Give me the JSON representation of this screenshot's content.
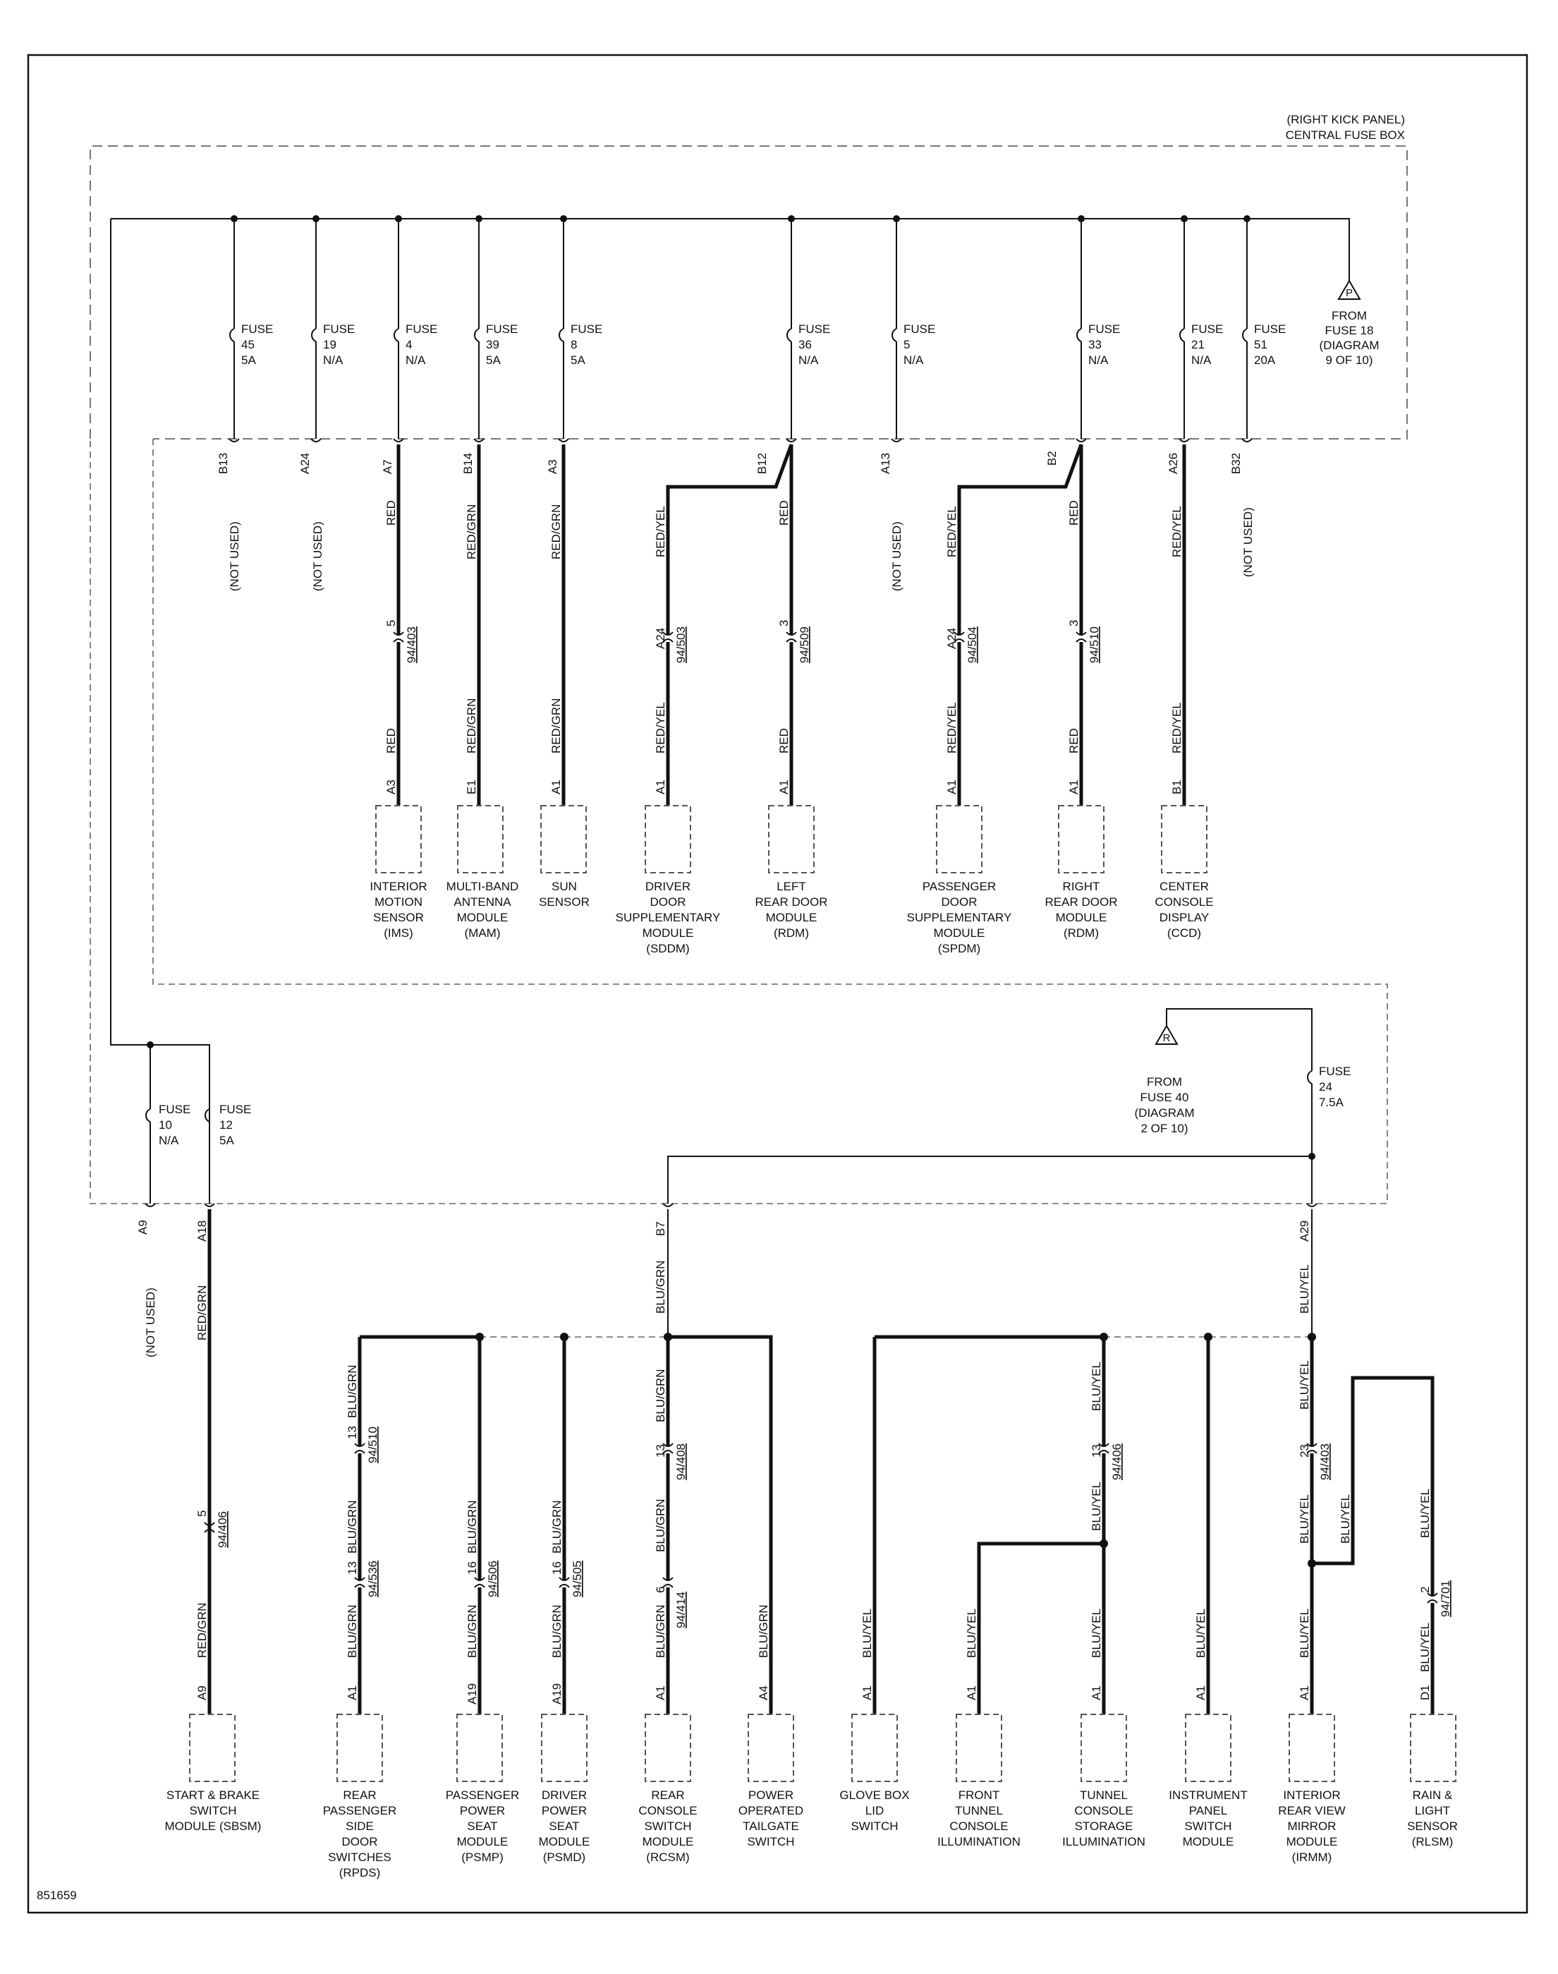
{
  "header": {
    "location_line1": "(RIGHT KICK PANEL)",
    "location_line2": "CENTRAL FUSE BOX"
  },
  "diagram_id": "851659",
  "upper_fuses": [
    {
      "label": "FUSE",
      "number": "45",
      "rating": "5A",
      "pin": "B13",
      "wire_color": "",
      "used": false
    },
    {
      "label": "FUSE",
      "number": "19",
      "rating": "N/A",
      "pin": "A24",
      "wire_color": "",
      "used": false
    },
    {
      "label": "FUSE",
      "number": "4",
      "rating": "N/A",
      "pin": "A7",
      "wire_color": "RED"
    },
    {
      "label": "FUSE",
      "number": "39",
      "rating": "5A",
      "pin": "B14",
      "wire_color": "RED/GRN"
    },
    {
      "label": "FUSE",
      "number": "8",
      "rating": "5A",
      "pin": "A3",
      "wire_color": "RED/GRN"
    },
    {
      "label": "FUSE",
      "number": "36",
      "rating": "N/A",
      "pin": "B12",
      "wire_color": "RED"
    },
    {
      "label": "FUSE",
      "number": "5",
      "rating": "N/A",
      "pin": "A13",
      "wire_color": "",
      "used": false
    },
    {
      "label": "FUSE",
      "number": "33",
      "rating": "N/A",
      "pin": "B2",
      "wire_color": "RED"
    },
    {
      "label": "FUSE",
      "number": "21",
      "rating": "N/A",
      "pin": "A26",
      "wire_color": "RED/YEL"
    },
    {
      "label": "FUSE",
      "number": "51",
      "rating": "20A",
      "pin": "B32",
      "wire_color": "",
      "used": false
    }
  ],
  "not_used_text": "(NOT USED)",
  "from_p": {
    "symbol": "P",
    "line1": "FROM",
    "line2": "FUSE 18",
    "line3": "(DIAGRAM",
    "line4": "9 OF 10)"
  },
  "from_r": {
    "symbol": "R",
    "line1": "FROM",
    "line2": "FUSE 40",
    "line3": "(DIAGRAM",
    "line4": "2 OF 10)"
  },
  "upper_connectors": {
    "ims": {
      "pin": "5",
      "id": "94/403"
    },
    "sddm": {
      "pin": "A24",
      "id": "94/503",
      "wire_color": "RED/YEL"
    },
    "rdm_left": {
      "pin": "3",
      "id": "94/509"
    },
    "spdm": {
      "pin": "A24",
      "id": "94/504",
      "wire_color": "RED/YEL"
    },
    "rdm_right": {
      "pin": "3",
      "id": "94/510"
    }
  },
  "upper_components": [
    {
      "pin": "A3",
      "wire_color": "RED",
      "lines": [
        "INTERIOR",
        "MOTION",
        "SENSOR",
        "(IMS)"
      ]
    },
    {
      "pin": "E1",
      "wire_color": "RED/GRN",
      "lines": [
        "MULTI-BAND",
        "ANTENNA",
        "MODULE",
        "(MAM)"
      ]
    },
    {
      "pin": "A1",
      "wire_color": "RED/GRN",
      "lines": [
        "SUN",
        "SENSOR"
      ]
    },
    {
      "pin": "A1",
      "wire_color": "RED/YEL",
      "lines": [
        "DRIVER",
        "DOOR",
        "SUPPLEMENTARY",
        "MODULE",
        "(SDDM)"
      ]
    },
    {
      "pin": "A1",
      "wire_color": "RED",
      "lines": [
        "LEFT",
        "REAR DOOR",
        "MODULE",
        "(RDM)"
      ]
    },
    {
      "pin": "A1",
      "wire_color": "RED/YEL",
      "lines": [
        "PASSENGER",
        "DOOR",
        "SUPPLEMENTARY",
        "MODULE",
        "(SPDM)"
      ]
    },
    {
      "pin": "A1",
      "wire_color": "RED",
      "lines": [
        "RIGHT",
        "REAR DOOR",
        "MODULE",
        "(RDM)"
      ]
    },
    {
      "pin": "B1",
      "wire_color": "RED/YEL",
      "lines": [
        "CENTER",
        "CONSOLE",
        "DISPLAY",
        "(CCD)"
      ]
    }
  ],
  "lower_fuses": [
    {
      "label": "FUSE",
      "number": "10",
      "rating": "N/A",
      "pin": "A9"
    },
    {
      "label": "FUSE",
      "number": "12",
      "rating": "5A",
      "pin": "A18",
      "wire_color": "RED/GRN"
    },
    {
      "label": "FUSE",
      "number": "24",
      "rating": "7.5A",
      "pin": "A29",
      "wire_color": "BLU/YEL"
    }
  ],
  "pin_b7": {
    "pin": "B7",
    "wire_color": "BLU/GRN"
  },
  "lower_connectors": {
    "sbsm": {
      "pin": "5",
      "id": "94/406"
    },
    "rpds_top": {
      "pin": "13",
      "color": "BLU/GRN",
      "id": "94/510"
    },
    "rpds_mid": {
      "pin": "13",
      "color": "BLU/GRN",
      "id": "94/536"
    },
    "psmp": {
      "pin": "16",
      "color": "BLU/GRN",
      "id": "94/506"
    },
    "psmd": {
      "pin": "16",
      "color": "BLU/GRN",
      "id": "94/505"
    },
    "rcsm_top": {
      "pin": "13",
      "id": "94/408"
    },
    "rcsm_mid": {
      "pin": "6",
      "id": "94/414"
    },
    "tunnel": {
      "pin": "13",
      "id": "94/406"
    },
    "irmm": {
      "pin": "23",
      "id": "94/403"
    },
    "rlsm": {
      "pin": "2",
      "id": "94/701"
    }
  },
  "lower_components": [
    {
      "pin": "A9",
      "wire_color": "RED/GRN",
      "lines": [
        "START & BRAKE",
        "SWITCH",
        "MODULE (SBSM)"
      ]
    },
    {
      "pin": "A1",
      "wire_color": "BLU/GRN",
      "lines": [
        "REAR",
        "PASSENGER",
        "SIDE",
        "DOOR",
        "SWITCHES",
        "(RPDS)"
      ]
    },
    {
      "pin": "A19",
      "wire_color": "BLU/GRN",
      "lines": [
        "PASSENGER",
        "POWER",
        "SEAT",
        "MODULE",
        "(PSMP)"
      ]
    },
    {
      "pin": "A19",
      "wire_color": "BLU/GRN",
      "lines": [
        "DRIVER",
        "POWER",
        "SEAT",
        "MODULE",
        "(PSMD)"
      ]
    },
    {
      "pin": "A1",
      "wire_color": "BLU/GRN",
      "lines": [
        "REAR",
        "CONSOLE",
        "SWITCH",
        "MODULE",
        "(RCSM)"
      ]
    },
    {
      "pin": "A4",
      "wire_color": "BLU/GRN",
      "lines": [
        "POWER",
        "OPERATED",
        "TAILGATE",
        "SWITCH"
      ]
    },
    {
      "pin": "A1",
      "wire_color": "BLU/YEL",
      "lines": [
        "GLOVE BOX",
        "LID",
        "SWITCH"
      ]
    },
    {
      "pin": "A1",
      "wire_color": "BLU/YEL",
      "lines": [
        "FRONT",
        "TUNNEL",
        "CONSOLE",
        "ILLUMINATION"
      ]
    },
    {
      "pin": "A1",
      "wire_color": "BLU/YEL",
      "lines": [
        "TUNNEL",
        "CONSOLE",
        "STORAGE",
        "ILLUMINATION"
      ]
    },
    {
      "pin": "A1",
      "wire_color": "BLU/YEL",
      "lines": [
        "INSTRUMENT",
        "PANEL",
        "SWITCH",
        "MODULE"
      ]
    },
    {
      "pin": "A1",
      "wire_color": "BLU/YEL",
      "lines": [
        "INTERIOR",
        "REAR VIEW",
        "MIRROR",
        "MODULE",
        "(IRMM)"
      ]
    },
    {
      "pin": "D1",
      "wire_color": "BLU/YEL",
      "lines": [
        "RAIN &",
        "LIGHT",
        "SENSOR",
        "(RLSM)"
      ]
    }
  ]
}
